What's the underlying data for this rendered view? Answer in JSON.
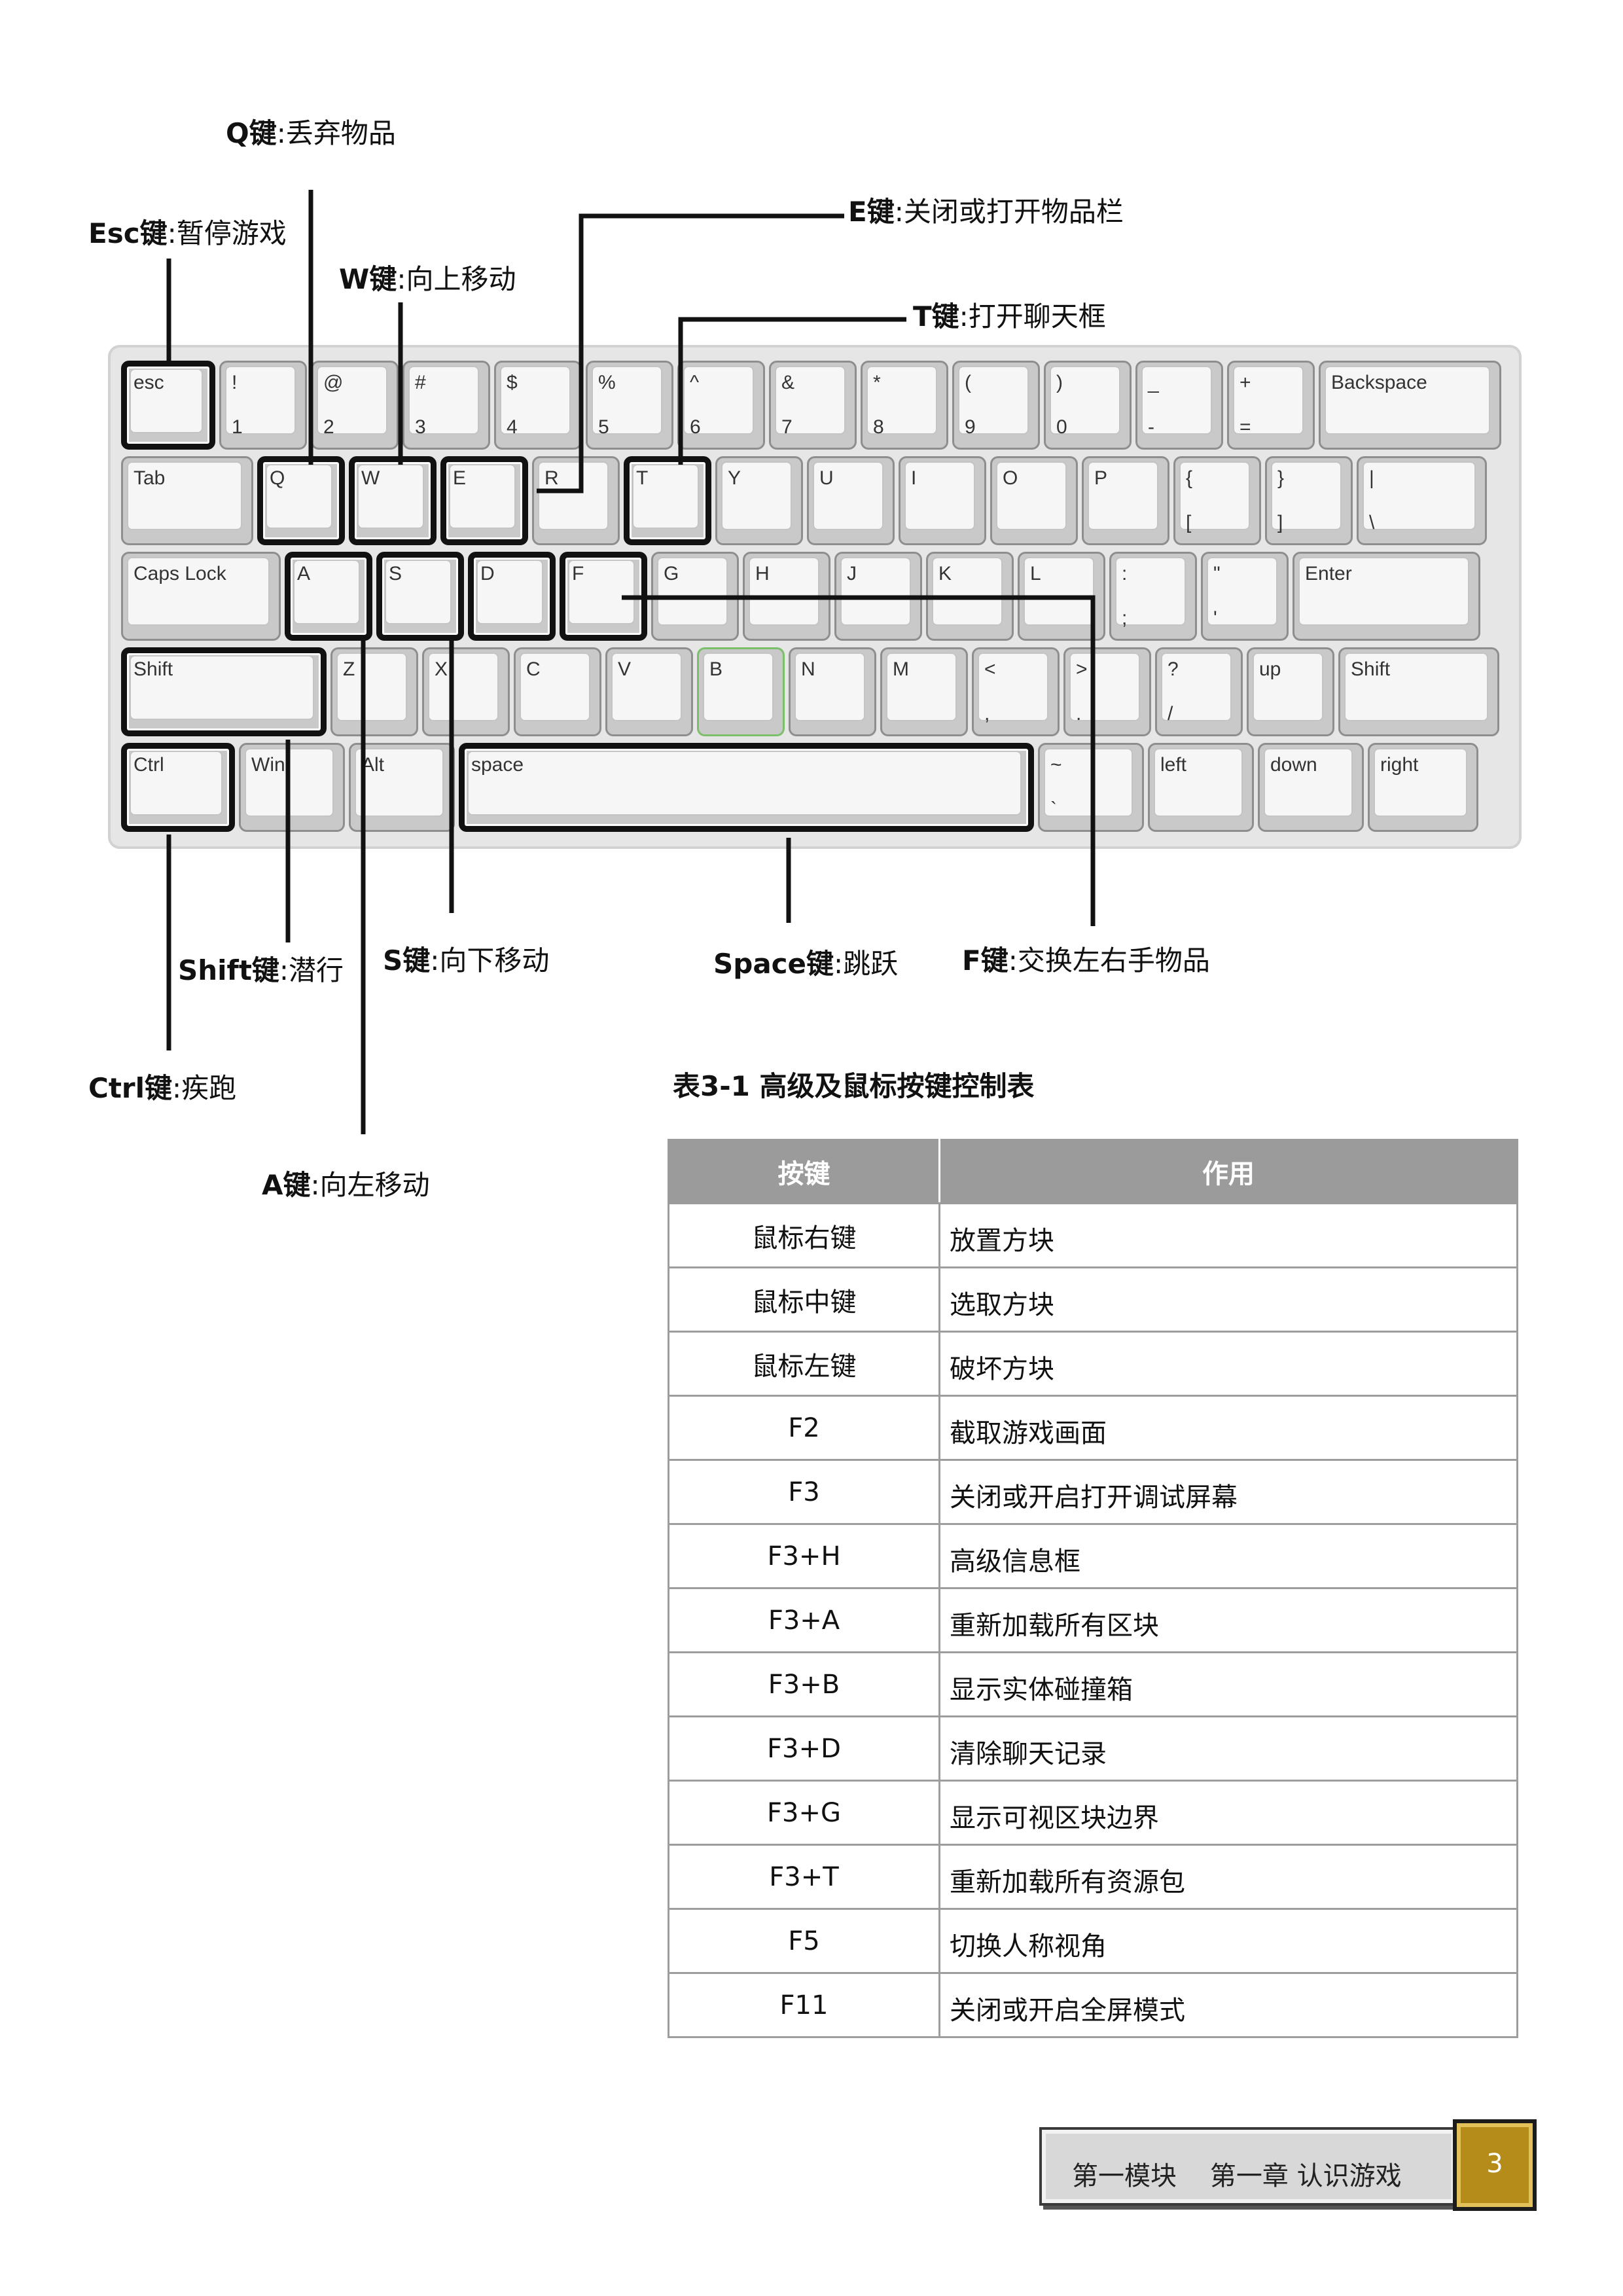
{
  "keyboard": {
    "rows": [
      [
        {
          "top": "esc",
          "bottom": ""
        },
        {
          "top": "!",
          "bottom": "1"
        },
        {
          "top": "@",
          "bottom": "2"
        },
        {
          "top": "#",
          "bottom": "3"
        },
        {
          "top": "$",
          "bottom": "4"
        },
        {
          "top": "%",
          "bottom": "5"
        },
        {
          "top": "^",
          "bottom": "6"
        },
        {
          "top": "&",
          "bottom": "7"
        },
        {
          "top": "*",
          "bottom": "8"
        },
        {
          "top": "(",
          "bottom": "9"
        },
        {
          "top": ")",
          "bottom": "0"
        },
        {
          "top": "_",
          "bottom": "-"
        },
        {
          "top": "+",
          "bottom": "="
        },
        {
          "top": "Backspace",
          "bottom": ""
        }
      ],
      [
        {
          "top": "Tab",
          "bottom": ""
        },
        {
          "top": "Q",
          "bottom": ""
        },
        {
          "top": "W",
          "bottom": ""
        },
        {
          "top": "E",
          "bottom": ""
        },
        {
          "top": "R",
          "bottom": ""
        },
        {
          "top": "T",
          "bottom": ""
        },
        {
          "top": "Y",
          "bottom": ""
        },
        {
          "top": "U",
          "bottom": ""
        },
        {
          "top": "I",
          "bottom": ""
        },
        {
          "top": "O",
          "bottom": ""
        },
        {
          "top": "P",
          "bottom": ""
        },
        {
          "top": "{",
          "bottom": "["
        },
        {
          "top": "}",
          "bottom": "]"
        },
        {
          "top": "|",
          "bottom": "\\"
        }
      ],
      [
        {
          "top": "Caps Lock",
          "bottom": ""
        },
        {
          "top": "A",
          "bottom": ""
        },
        {
          "top": "S",
          "bottom": ""
        },
        {
          "top": "D",
          "bottom": ""
        },
        {
          "top": "F",
          "bottom": ""
        },
        {
          "top": "G",
          "bottom": ""
        },
        {
          "top": "H",
          "bottom": ""
        },
        {
          "top": "J",
          "bottom": ""
        },
        {
          "top": "K",
          "bottom": ""
        },
        {
          "top": "L",
          "bottom": ""
        },
        {
          "top": ":",
          "bottom": ";"
        },
        {
          "top": "\"",
          "bottom": "'"
        },
        {
          "top": "Enter",
          "bottom": ""
        }
      ],
      [
        {
          "top": "Shift",
          "bottom": ""
        },
        {
          "top": "Z",
          "bottom": ""
        },
        {
          "top": "X",
          "bottom": ""
        },
        {
          "top": "C",
          "bottom": ""
        },
        {
          "top": "V",
          "bottom": ""
        },
        {
          "top": "B",
          "bottom": ""
        },
        {
          "top": "N",
          "bottom": ""
        },
        {
          "top": "M",
          "bottom": ""
        },
        {
          "top": "<",
          "bottom": ","
        },
        {
          "top": ">",
          "bottom": "."
        },
        {
          "top": "?",
          "bottom": "/"
        },
        {
          "top": "up",
          "bottom": ""
        },
        {
          "top": "Shift",
          "bottom": ""
        }
      ],
      [
        {
          "top": "Ctrl",
          "bottom": ""
        },
        {
          "top": "Win",
          "bottom": ""
        },
        {
          "top": "Alt",
          "bottom": ""
        },
        {
          "top": "space",
          "bottom": ""
        },
        {
          "top": "~",
          "bottom": "`"
        },
        {
          "top": "left",
          "bottom": ""
        },
        {
          "top": "down",
          "bottom": ""
        },
        {
          "top": "right",
          "bottom": ""
        }
      ]
    ]
  },
  "callouts": [
    {
      "key": "Q键",
      "action": ":丢弃物品"
    },
    {
      "key": "Esc键",
      "action": ":暂停游戏"
    },
    {
      "key": "W键",
      "action": ":向上移动"
    },
    {
      "key": "E键",
      "action": ":关闭或打开物品栏"
    },
    {
      "key": "T键",
      "action": ":打开聊天框"
    },
    {
      "key": "Shift键",
      "action": ":潜行"
    },
    {
      "key": "S键",
      "action": ":向下移动"
    },
    {
      "key": "Space键",
      "action": ":跳跃"
    },
    {
      "key": "F键",
      "action": ":交换左右手物品"
    },
    {
      "key": "Ctrl键",
      "action": ":疾跑"
    },
    {
      "key": "A键",
      "action": ":向左移动"
    }
  ],
  "table": {
    "caption": "表3-1 高级及鼠标按键控制表",
    "headers": [
      "按键",
      "作用"
    ],
    "rows": [
      [
        "鼠标右键",
        "放置方块"
      ],
      [
        "鼠标中键",
        "选取方块"
      ],
      [
        "鼠标左键",
        "破坏方块"
      ],
      [
        "F2",
        "截取游戏画面"
      ],
      [
        "F3",
        "关闭或开启打开调试屏幕"
      ],
      [
        "F3+H",
        "高级信息框"
      ],
      [
        "F3+A",
        "重新加载所有区块"
      ],
      [
        "F3+B",
        "显示实体碰撞箱"
      ],
      [
        "F3+D",
        "清除聊天记录"
      ],
      [
        "F3+G",
        "显示可视区块边界"
      ],
      [
        "F3+T",
        "重新加载所有资源包"
      ],
      [
        "F5",
        "切换人称视角"
      ],
      [
        "F11",
        "关闭或开启全屏模式"
      ]
    ]
  },
  "footer": {
    "text": "第一模块    第一章 认识游戏",
    "page_number": "3"
  }
}
